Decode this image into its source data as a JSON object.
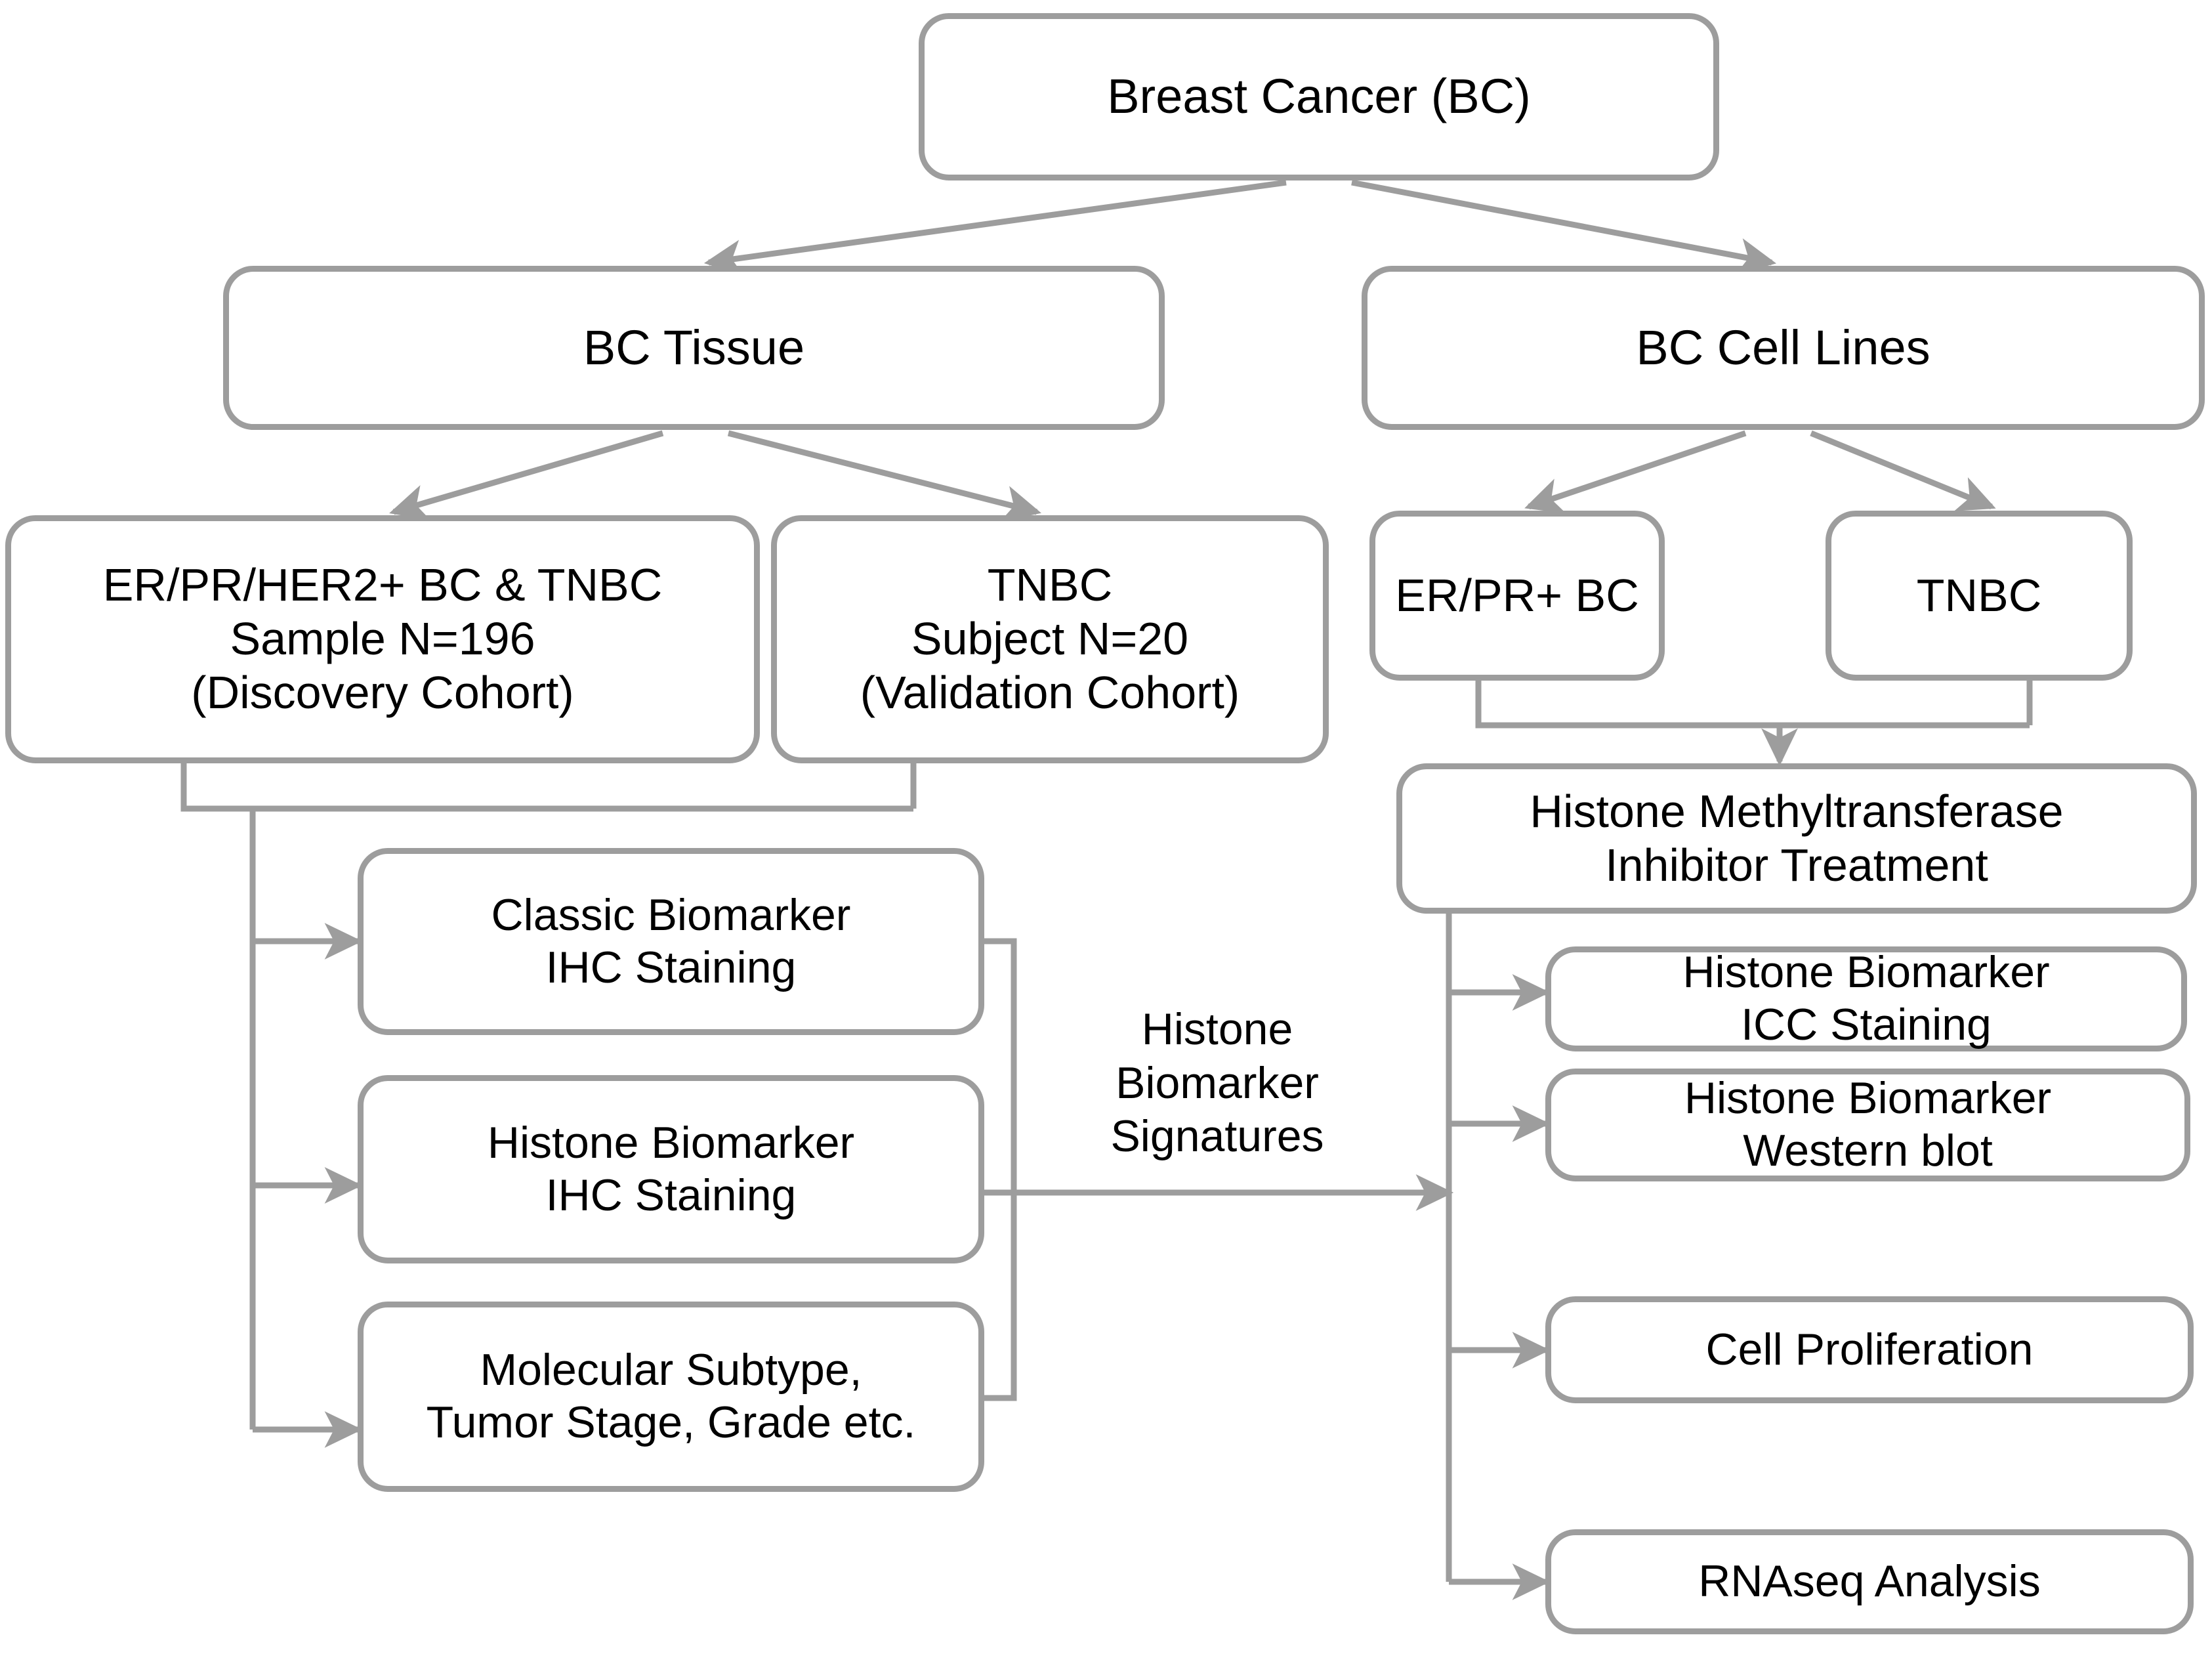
{
  "diagram": {
    "title": "Breast Cancer study design flowchart",
    "line_color": "#9d9d9d",
    "text_color": "#000000",
    "background": "#ffffff",
    "nodes": {
      "root": "Breast Cancer (BC)",
      "tissue": "BC Tissue",
      "cell_lines": "BC Cell Lines",
      "discovery_cohort": "ER/PR/HER2+ BC & TNBC\nSample N=196\n(Discovery Cohort)",
      "validation_cohort": "TNBC\nSubject N=20\n(Validation Cohort)",
      "cell_erpr": "ER/PR+ BC",
      "cell_tnbc": "TNBC",
      "hmt_treatment": "Histone Methyltransferase\nInhibitor Treatment",
      "classic_biomarker": "Classic Biomarker\nIHC Staining",
      "histone_biomarker_ihc": "Histone Biomarker\nIHC Staining",
      "molecular_subtype": "Molecular Subtype,\nTumor Stage, Grade etc.",
      "histone_biomarker_icc": "Histone Biomarker\nICC Staining",
      "histone_biomarker_wb": "Histone Biomarker\nWestern blot",
      "cell_proliferation": "Cell Proliferation",
      "rnaseq": "RNAseq Analysis"
    },
    "edge_labels": {
      "signatures": "Histone\nBiomarker\nSignatures"
    }
  }
}
